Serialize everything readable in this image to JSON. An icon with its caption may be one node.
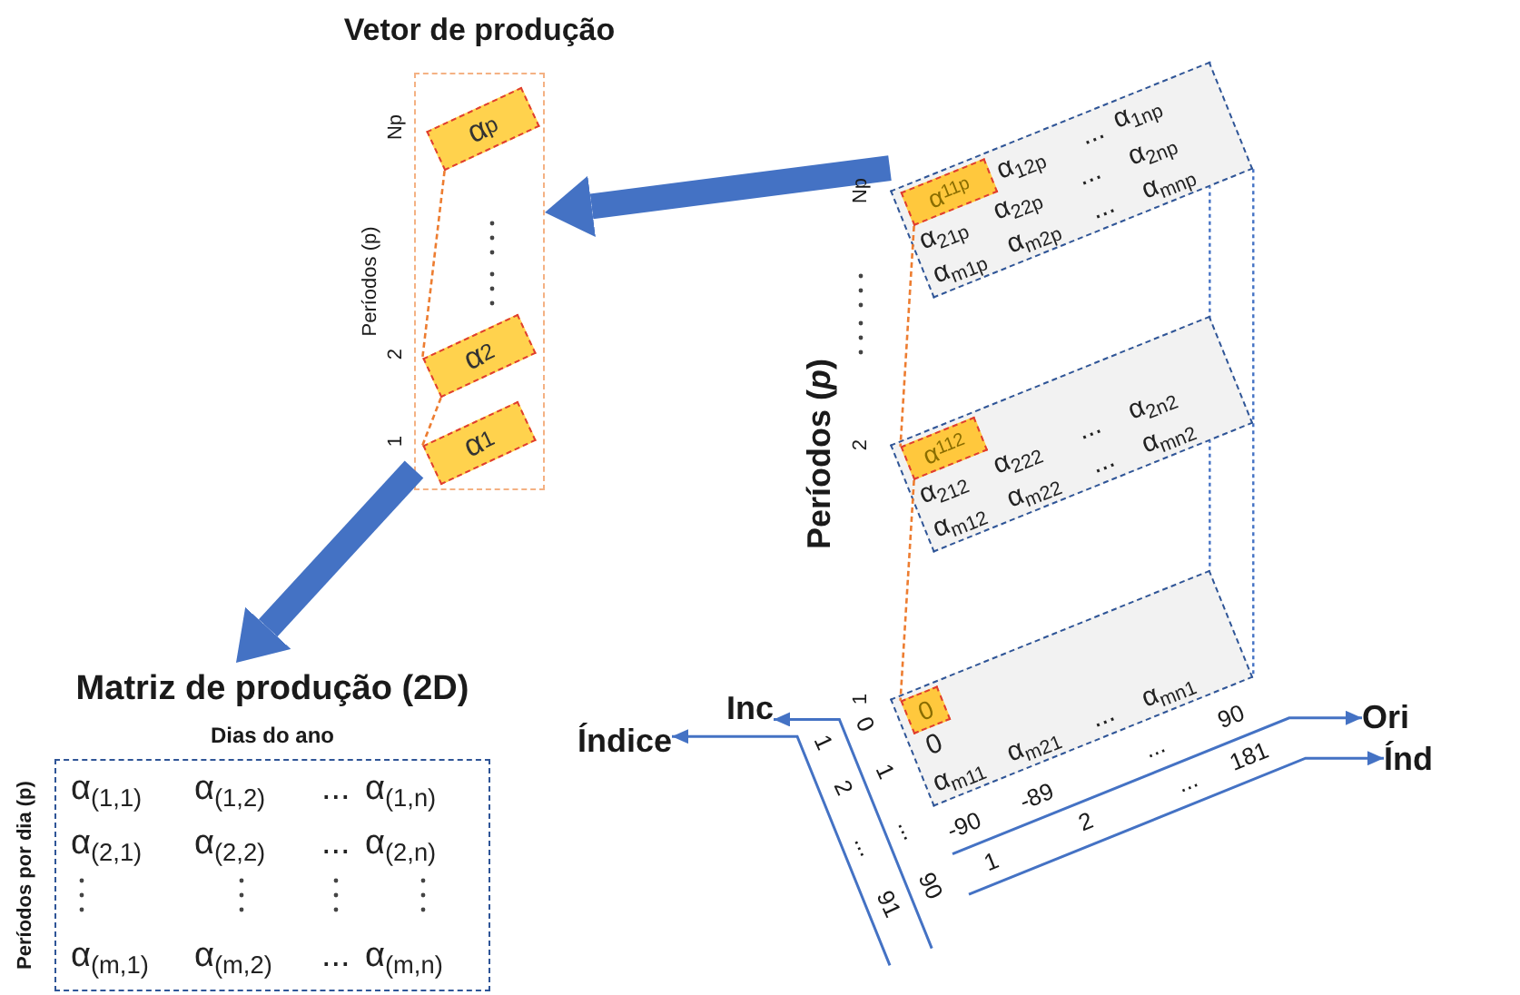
{
  "diagram": {
    "nodes": [
      {
        "text": [
          "Vetor de produção"
        ]
      },
      {
        "text": [
          "α$_{p}$"
        ],
        "in": 0
      },
      {
        "text": [
          "α$_{2}$"
        ],
        "in": 0
      },
      {
        "text": [
          "α$_{1}$"
        ],
        "in": 0
      },
      {
        "text": [
          "α$_{12p}$",
          "...",
          "α$_{1np}$",
          "α$_{21p}$",
          "α$_{22p}$",
          "...",
          "α$_{2np}$",
          "α$_{m1p}$",
          "α$_{m2p}$",
          "...",
          "α$_{mnp}$"
        ]
      },
      {
        "text": [
          "α$_{11p}$"
        ],
        "in": 4
      },
      {
        "text": [
          "α$_{212}$",
          "α$_{222}$",
          "...",
          "α$_{2n2}$",
          "α$_{m12}$",
          "α$_{m22}$",
          "...",
          "α$_{mn2}$"
        ]
      },
      {
        "text": [
          "α$_{112}$"
        ],
        "in": 6
      },
      {
        "text": [
          "0",
          "α$_{m11}$",
          "α$_{m21}$",
          "...",
          "α$_{mn1}$"
        ]
      },
      {
        "text": [
          "0"
        ],
        "in": 8
      },
      {
        "text": [
          "Matriz de produção (2D)",
          "Dias do ano",
          "Períodos por dia (p)",
          "α$_{(1,1)}$",
          "α$_{(1,2)}$",
          "...",
          "α$_{(1,n)}$",
          "α$_{(2,1)}$",
          "α$_{(2,2)}$",
          "...",
          "α$_{(2,n)}$",
          "α$_{(m,1)}$",
          "α$_{(m,2)}$",
          "...",
          "α$_{(m,n)}$"
        ]
      },
      {
        "text": [
          "Inc"
        ]
      },
      {
        "text": [
          "Índice"
        ]
      },
      {
        "text": [
          "Ori"
        ]
      },
      {
        "text": [
          "Índ"
        ]
      }
    ],
    "edges": [
      {
        "from": 4,
        "to": 0,
        "arrow": "to",
        "style": "thick",
        "color": "#4472c4"
      },
      {
        "from": 0,
        "to": 10,
        "arrow": "to",
        "style": "thick",
        "color": "#4472c4"
      },
      {
        "from": 5,
        "to": 7,
        "arrow": "none",
        "style": "dashed",
        "color": "#ed7d31"
      },
      {
        "from": 7,
        "to": 9,
        "arrow": "none",
        "style": "dashed",
        "color": "#ed7d31"
      },
      {
        "from": 1,
        "to": 2,
        "arrow": "none",
        "style": "dashed",
        "color": "#ed7d31"
      },
      {
        "from": 2,
        "to": 3,
        "arrow": "none",
        "style": "dashed",
        "color": "#ed7d31"
      },
      {
        "from": null,
        "to": 11,
        "arrow": "to",
        "color": "#4472c4"
      },
      {
        "from": null,
        "to": 12,
        "arrow": "to",
        "color": "#4472c4"
      },
      {
        "from": null,
        "to": 13,
        "arrow": "to",
        "color": "#4472c4"
      },
      {
        "from": null,
        "to": 14,
        "arrow": "to",
        "color": "#4472c4"
      }
    ],
    "labels": [
      "Np",
      "Períodos (p)",
      "2",
      "1",
      "Períodos (*p*)",
      "Np",
      "2",
      "1",
      "0",
      "1",
      "...",
      "90",
      "1",
      "2",
      "...",
      "91",
      "-90",
      "-89",
      "...",
      "90",
      "1",
      "2",
      "...",
      "181"
    ]
  }
}
